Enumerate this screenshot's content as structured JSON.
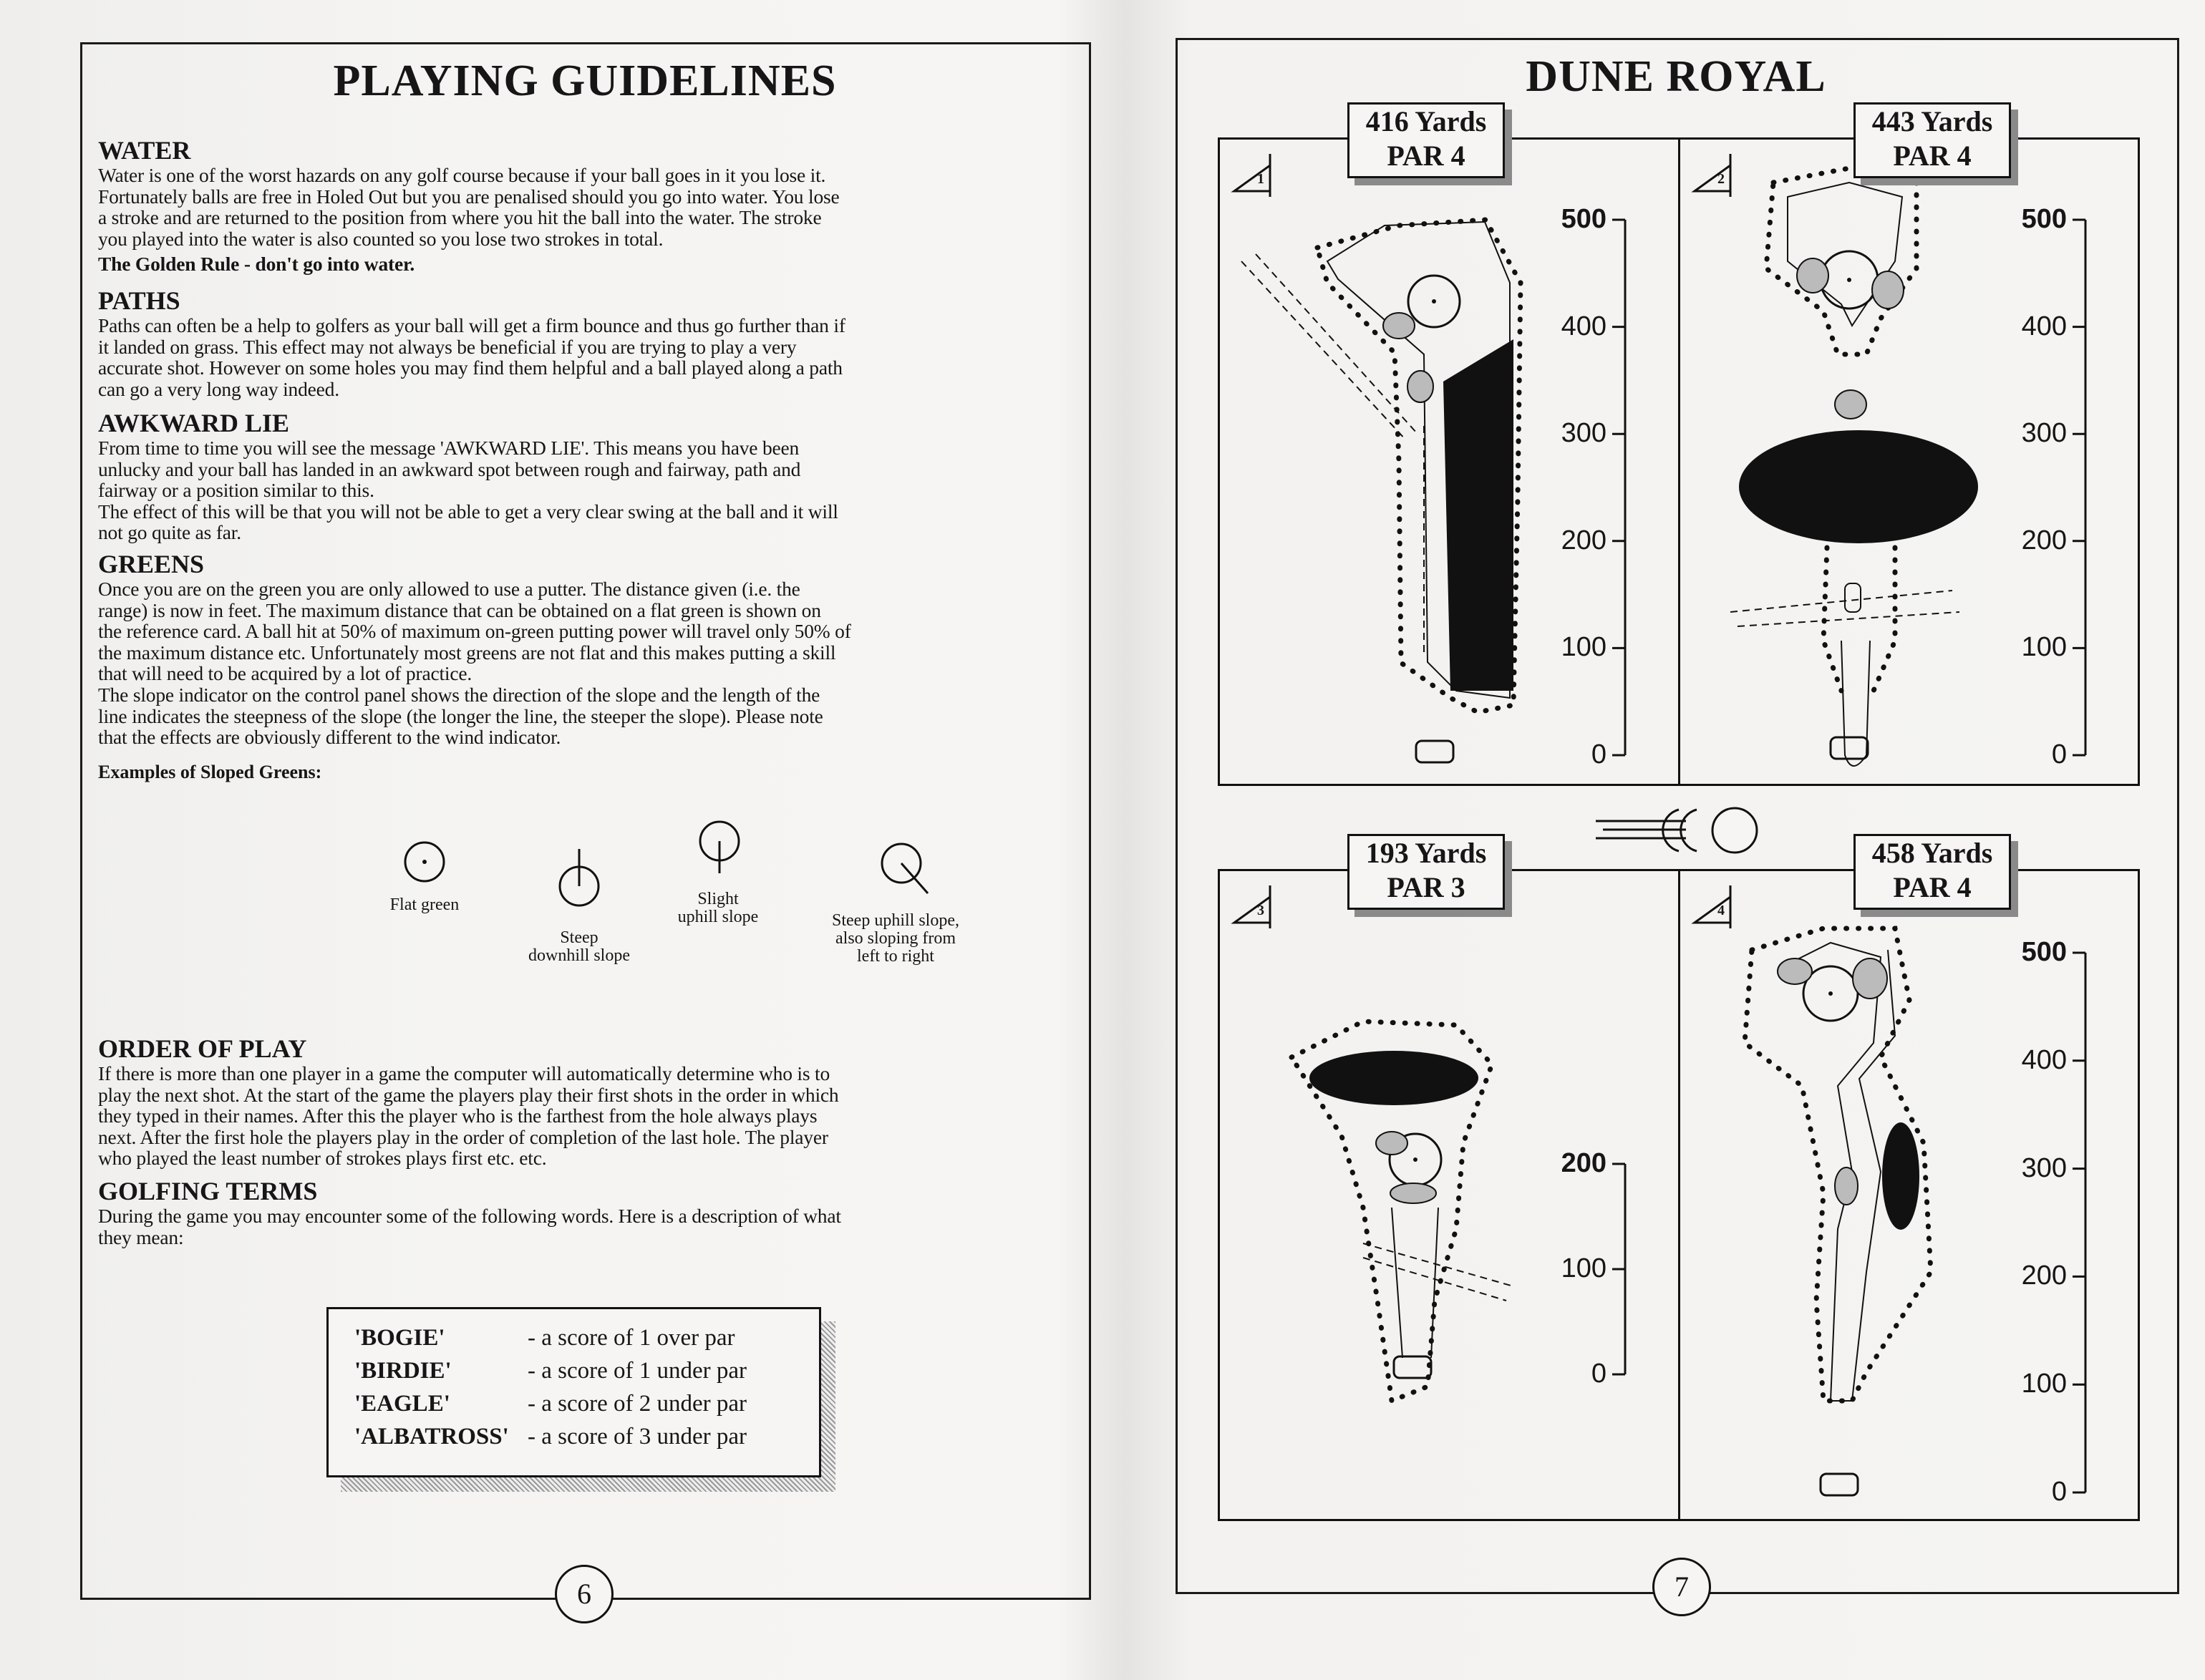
{
  "left_page": {
    "title": "PLAYING GUIDELINES",
    "sections": {
      "water": {
        "heading": "WATER",
        "lines": [
          "Water is one of the worst hazards on any golf course because if your ball goes in it you lose it.",
          "Fortunately balls are free in Holed Out but you are penalised should you go into water. You lose",
          "a stroke and are returned to the position from where you hit the ball into the water. The stroke",
          "you played into the water is also counted so you lose two strokes in total."
        ],
        "rule": "The Golden Rule - don't go into water."
      },
      "paths": {
        "heading": "PATHS",
        "lines": [
          "Paths can often be a help to golfers as your ball will get a firm bounce and thus go further than if",
          "it landed on grass. This effect may not always be beneficial if you are trying to play a very",
          "accurate shot. However on some holes you may find them helpful and a ball played along a path",
          "can go a very long way indeed."
        ]
      },
      "awkward": {
        "heading": "AWKWARD LIE",
        "lines": [
          "From time to time you will see the message 'AWKWARD LIE'. This means you have been",
          "unlucky and your ball has landed in an awkward spot between rough and fairway, path and",
          "fairway or a position similar to this.",
          "The effect of this will be that you will not be able to get a very clear swing at the ball and it will",
          "not go quite as far."
        ]
      },
      "greens": {
        "heading": "GREENS",
        "lines": [
          "Once you are on the green you are only allowed to use a putter. The distance given (i.e. the",
          "range) is now in feet. The maximum distance that can be obtained on a flat green is shown on",
          "the reference card. A ball hit at 50% of maximum on-green putting power will travel only 50% of",
          "the maximum distance etc. Unfortunately most greens are not flat and this makes putting a skill",
          "that will need to be acquired by a lot of practice.",
          "The slope indicator on the control panel shows the direction of the slope and the length of the",
          "line indicates the steepness of the slope (the longer the line, the steeper the slope). Please note",
          "that the effects are obviously different to the wind indicator."
        ],
        "examples_heading": "Examples of Sloped Greens:",
        "examples": [
          {
            "label": [
              "Flat green"
            ]
          },
          {
            "label": [
              "Steep",
              "downhill slope"
            ]
          },
          {
            "label": [
              "Slight",
              "uphill slope"
            ]
          },
          {
            "label": [
              "Steep uphill slope,",
              "also sloping from",
              "left to right"
            ]
          }
        ]
      },
      "order": {
        "heading": "ORDER OF PLAY",
        "lines": [
          "If there is more than one player in a game the computer will automatically determine who is to",
          "play the next shot. At the start of the game the players play their first shots in the order in which",
          "they typed in their names. After this the player who is the farthest from the hole always plays",
          "next. After the first hole the players play in the order of completion of the last hole. The player",
          "who played the least number of strokes plays first etc. etc."
        ]
      },
      "terms": {
        "heading": "GOLFING TERMS",
        "lines": [
          "During the game you may encounter some of the following words. Here is a description of what",
          "they mean:"
        ],
        "glossary": [
          {
            "term": "'BOGIE'",
            "desc": "- a score of 1 over par"
          },
          {
            "term": "'BIRDIE'",
            "desc": "- a score of 1 under par"
          },
          {
            "term": "'EAGLE'",
            "desc": "- a score of 2 under par"
          },
          {
            "term": "'ALBATROSS'",
            "desc": "- a score of 3 under par"
          }
        ]
      }
    },
    "page_number": "6"
  },
  "right_page": {
    "title": "DUNE ROYAL",
    "holes": [
      {
        "number": "1",
        "yards": "416 Yards",
        "par": "PAR 4",
        "axis": [
          "500",
          "400",
          "300",
          "200",
          "100",
          "0"
        ]
      },
      {
        "number": "2",
        "yards": "443 Yards",
        "par": "PAR 4",
        "axis": [
          "500",
          "400",
          "300",
          "200",
          "100",
          "0"
        ]
      },
      {
        "number": "3",
        "yards": "193 Yards",
        "par": "PAR 3",
        "axis": [
          "200",
          "100",
          "0"
        ]
      },
      {
        "number": "4",
        "yards": "458 Yards",
        "par": "PAR 4",
        "axis": [
          "500",
          "400",
          "300",
          "200",
          "100",
          "0"
        ]
      }
    ],
    "page_number": "7"
  }
}
